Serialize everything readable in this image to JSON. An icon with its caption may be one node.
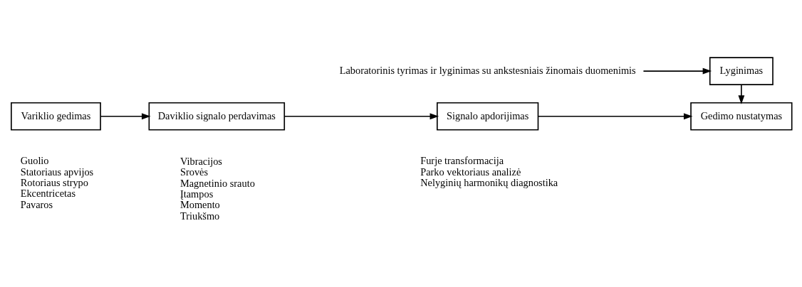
{
  "diagram": {
    "nodes": [
      {
        "text": [
          "Laboratorinis tyrimas ir lyginimas su ankstesniais žinomais duomenimis"
        ]
      },
      {
        "text": [
          "Lyginimas"
        ]
      },
      {
        "text": [
          "Variklio gedimas"
        ],
        "beside": [
          "Guolio",
          "Statoriaus apvijos",
          "Rotoriaus strypo",
          "Ekcentricetas",
          "Pavaros"
        ]
      },
      {
        "text": [
          "Daviklio signalo perdavimas"
        ],
        "beside": [
          "Vibracijos",
          "Srovės",
          "Magnetinio srauto",
          "Įtampos",
          "Momento",
          "Triukšmo"
        ]
      },
      {
        "text": [
          "Signalo apdorijimas"
        ],
        "beside": [
          "Furje transformacija",
          "Parko vektoriaus analizė",
          "Nelyginių harmonikų diagnostika"
        ]
      },
      {
        "text": [
          "Gedimo nustatymas"
        ]
      }
    ],
    "edges": [
      {
        "from": 0,
        "to": 1,
        "arrow": "to"
      },
      {
        "from": 1,
        "to": 5,
        "arrow": "to"
      },
      {
        "from": 2,
        "to": 3,
        "arrow": "to"
      },
      {
        "from": 3,
        "to": 4,
        "arrow": "to"
      },
      {
        "from": 4,
        "to": 5,
        "arrow": "to"
      }
    ]
  }
}
